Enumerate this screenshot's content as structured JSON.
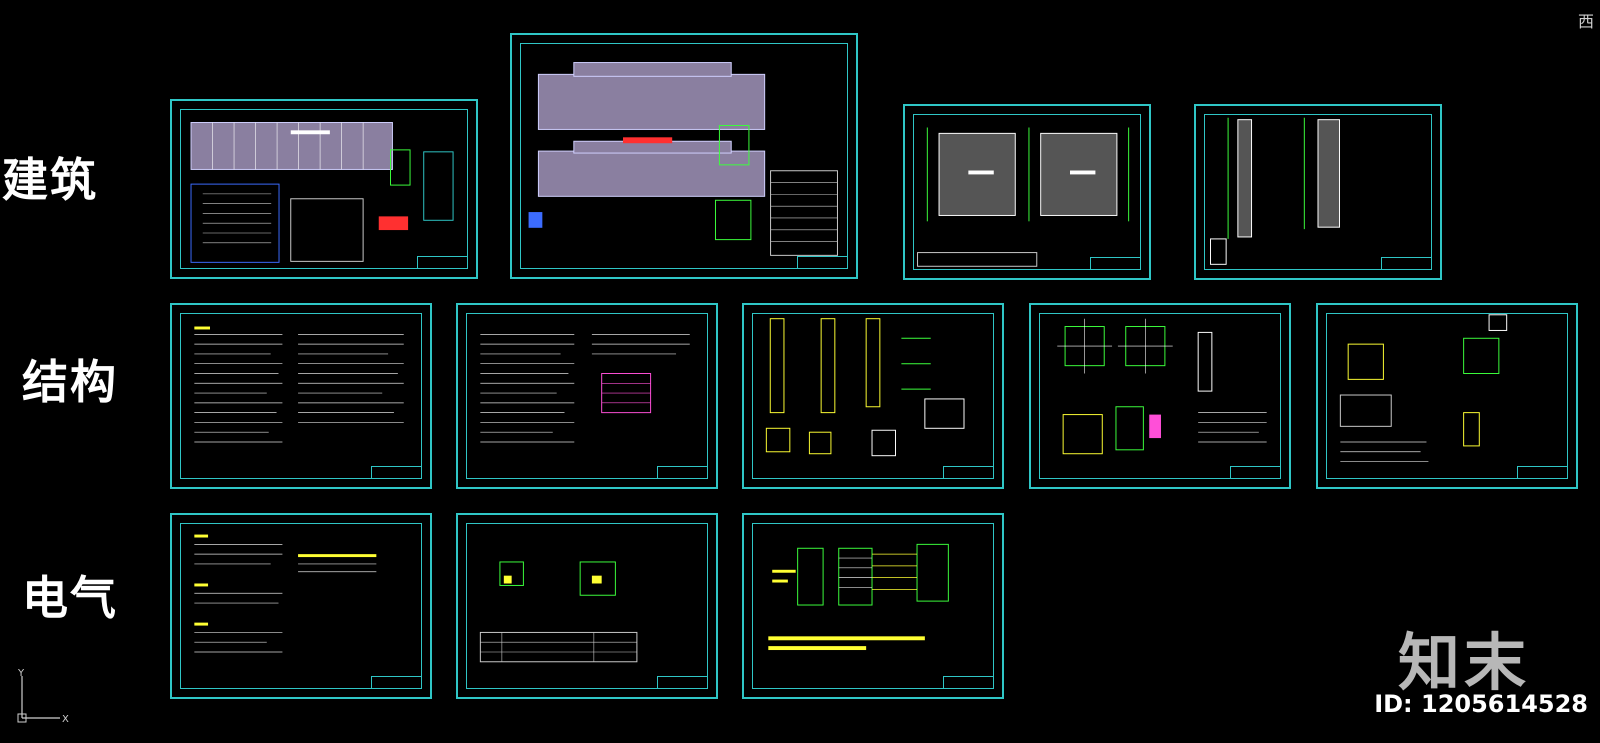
{
  "rows": {
    "architecture_label": "建筑",
    "structure_label": "结构",
    "electrical_label": "电气"
  },
  "watermark": {
    "logo": "知末",
    "id_text": "ID: 1205614528"
  },
  "corner_glyph": "西",
  "ucs": {
    "y_label": "Y",
    "x_label": "X"
  },
  "colors": {
    "frame": "#2fc6c6",
    "background": "#000000",
    "plan_fill": "#8a7fa0",
    "highlight_green": "#3cff3c",
    "highlight_yellow": "#ffff33",
    "highlight_red": "#ff3030",
    "highlight_magenta": "#ff4fd8"
  }
}
